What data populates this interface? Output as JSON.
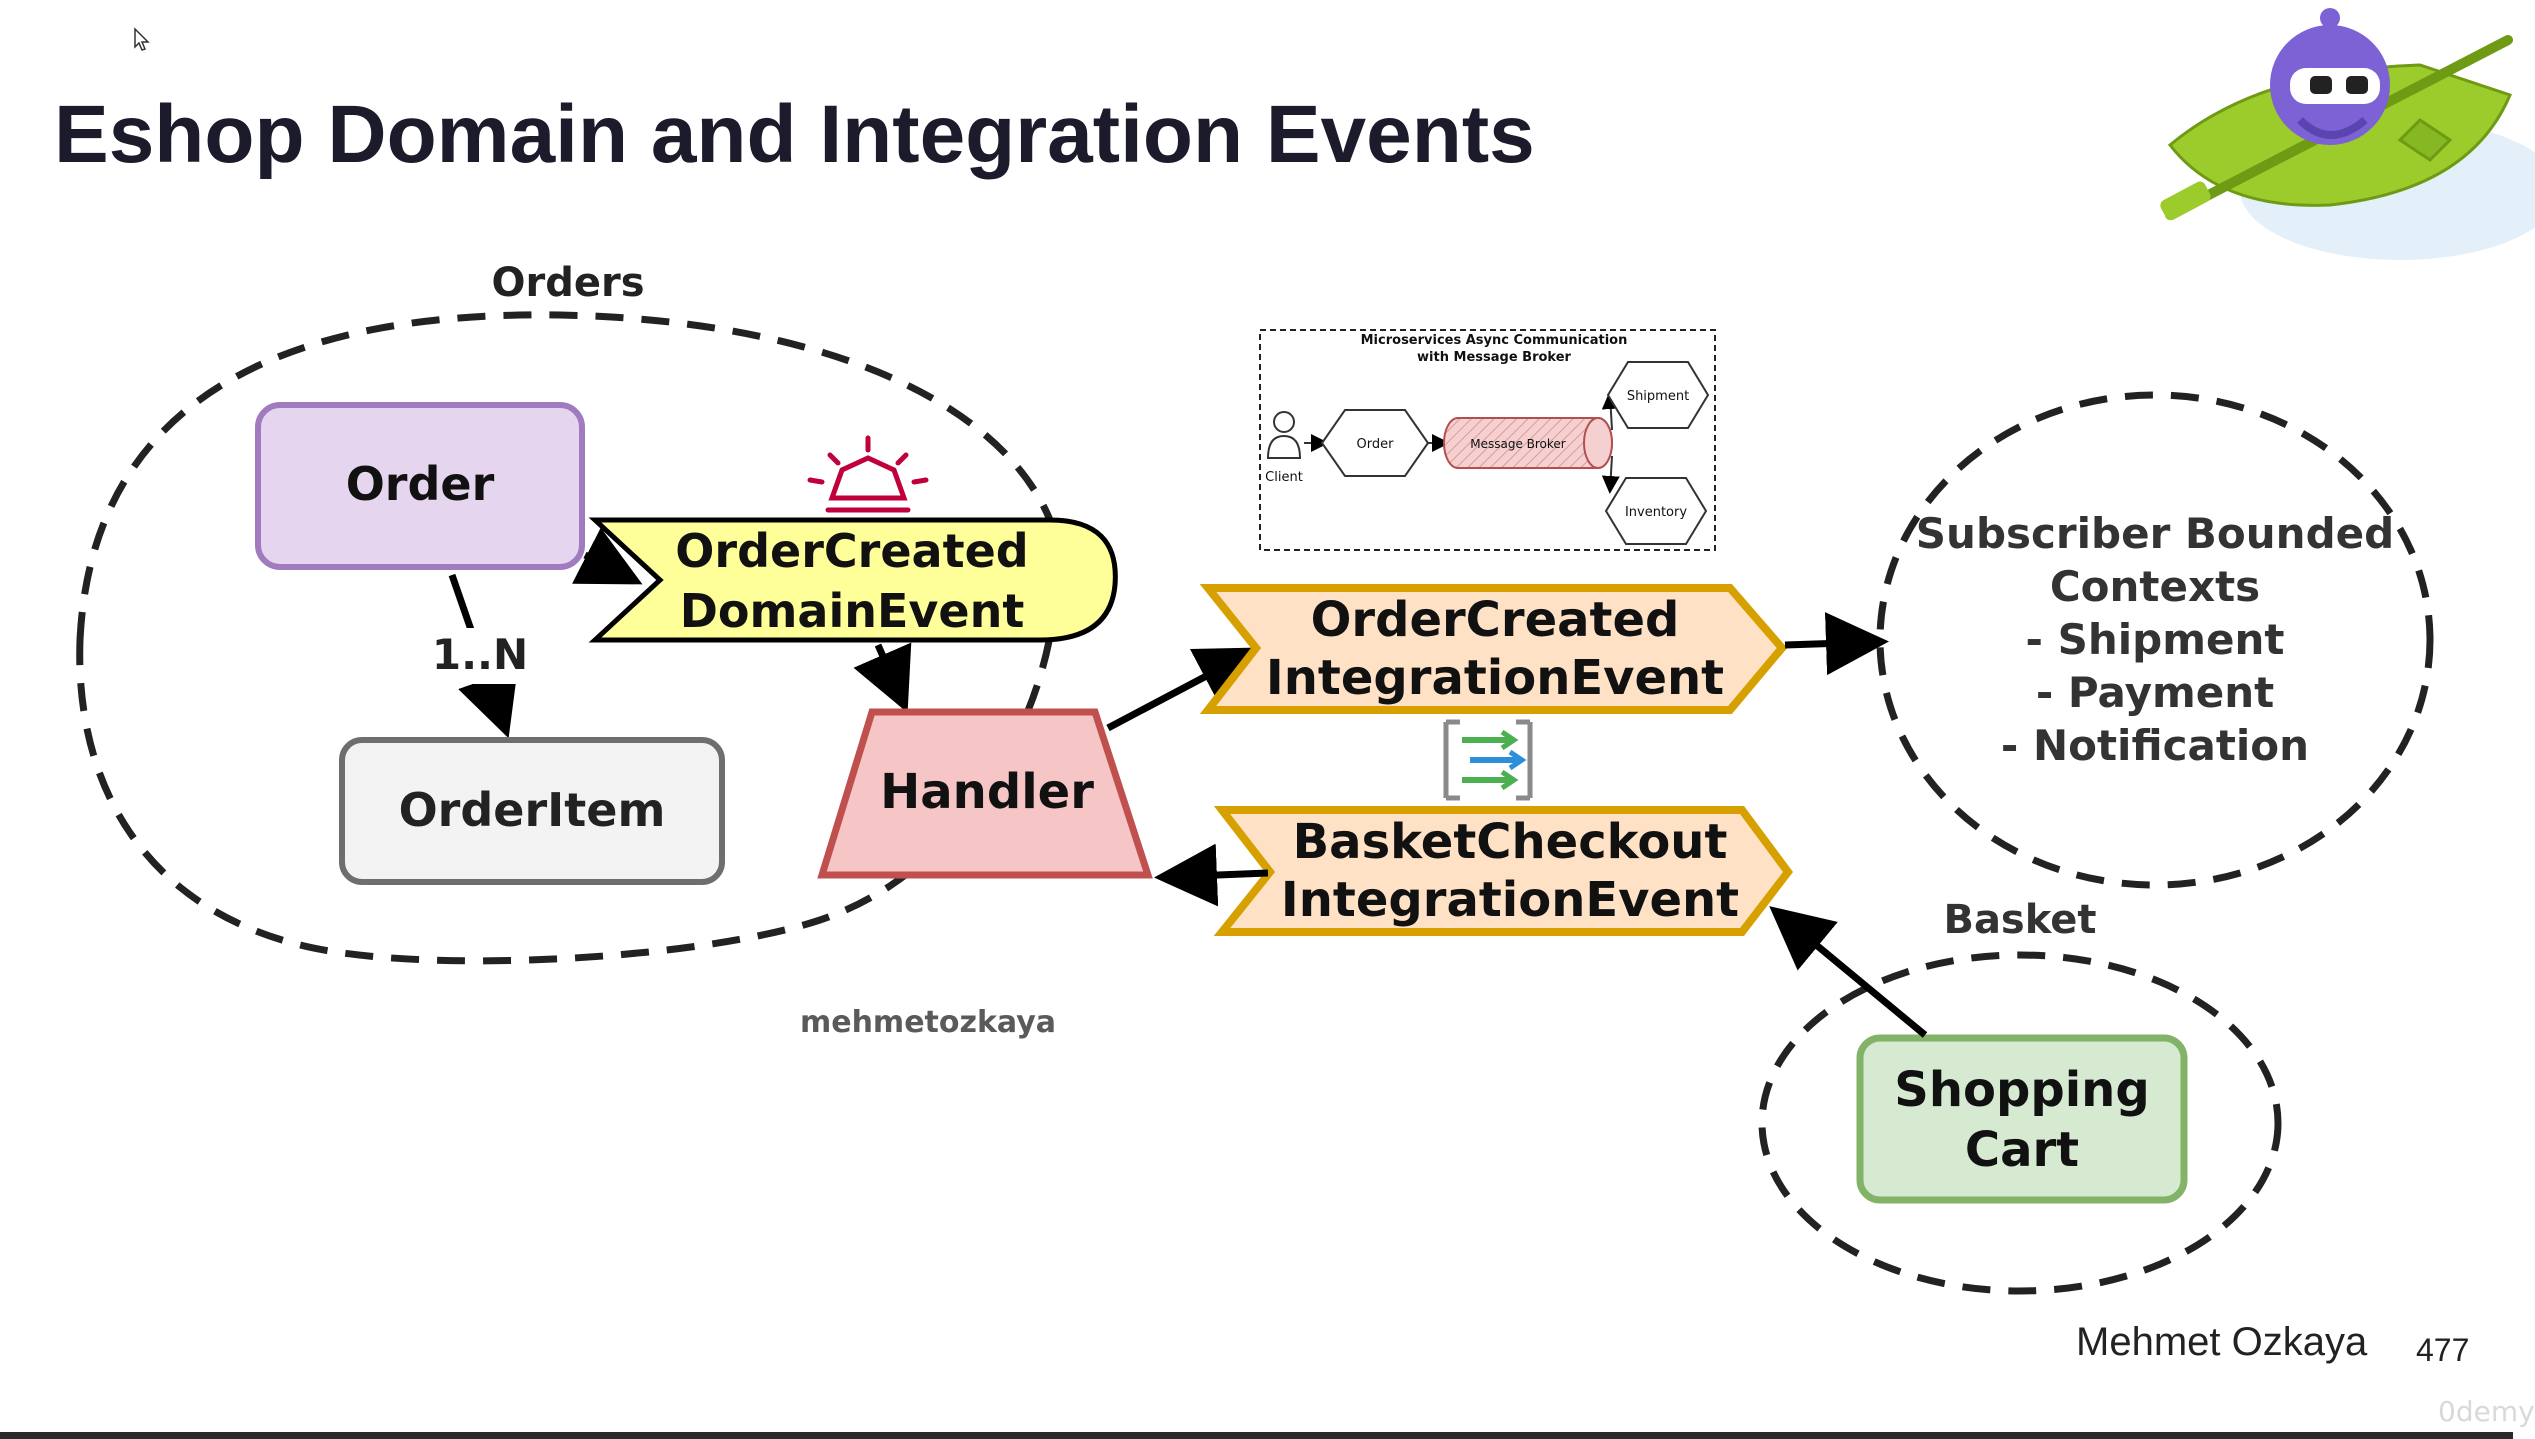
{
  "slide": {
    "title": "Eshop Domain and Integration Events",
    "author": "Mehmet Ozkaya",
    "page_number": "477",
    "watermark": "mehmetozkaya",
    "corner_mark": "0demy"
  },
  "diagram": {
    "orders_context": {
      "label": "Orders",
      "order_node": "Order",
      "order_item_node": "OrderItem",
      "relation_label": "1..N",
      "domain_event_line1": "OrderCreated",
      "domain_event_line2": "DomainEvent",
      "handler_node": "Handler"
    },
    "integration_events": {
      "order_created_line1": "OrderCreated",
      "order_created_line2": "IntegrationEvent",
      "basket_checkout_line1": "BasketCheckout",
      "basket_checkout_line2": "IntegrationEvent"
    },
    "subscriber_context": {
      "line1": "Subscriber Bounded",
      "line2": "Contexts",
      "item1": "- Shipment",
      "item2": "- Payment",
      "item3": "- Notification"
    },
    "basket_context": {
      "label": "Basket",
      "cart_line1": "Shopping",
      "cart_line2": "Cart"
    },
    "thumbnail": {
      "title_line1": "Microservices Async Communication",
      "title_line2": "with Message Broker",
      "client": "Client",
      "order": "Order",
      "broker": "Message Broker",
      "shipment": "Shipment",
      "inventory": "Inventory"
    }
  },
  "colors": {
    "order_fill": "#e5d5ee",
    "order_stroke": "#a07bc0",
    "item_fill": "#f3f3f3",
    "item_stroke": "#6e6e6e",
    "domain_event_fill": "#ffff99",
    "handler_fill": "#f6c6c6",
    "handler_stroke": "#c0504d",
    "integration_fill": "#ffe2c6",
    "integration_stroke": "#d6a000",
    "cart_fill": "#d5ead0",
    "cart_stroke": "#82b366",
    "event_icon": "#c0003a"
  },
  "icons": [
    "event-alarm-icon",
    "event-grid-exchange-icon",
    "mouse-cursor-icon",
    "mascot-kayak-logo"
  ]
}
